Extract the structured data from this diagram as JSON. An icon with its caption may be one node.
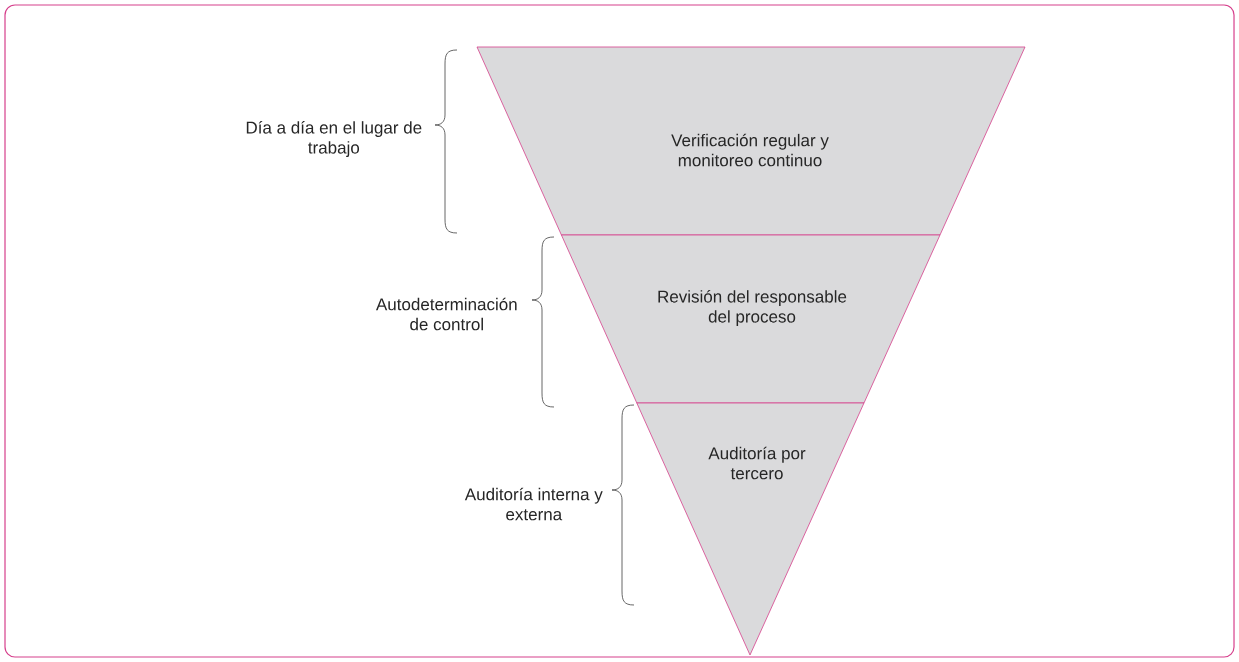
{
  "diagram": {
    "nodes": [
      {
        "text": [
          "Verificación regular y monitoreo continuo"
        ]
      },
      {
        "text": [
          "Revisión del responsable del proceso"
        ]
      },
      {
        "text": [
          "Auditoría por tercero"
        ]
      }
    ],
    "labels": [
      "Día a día en el lugar de trabajo",
      "Autodeterminación de control",
      "Auditoría interna y externa"
    ]
  }
}
